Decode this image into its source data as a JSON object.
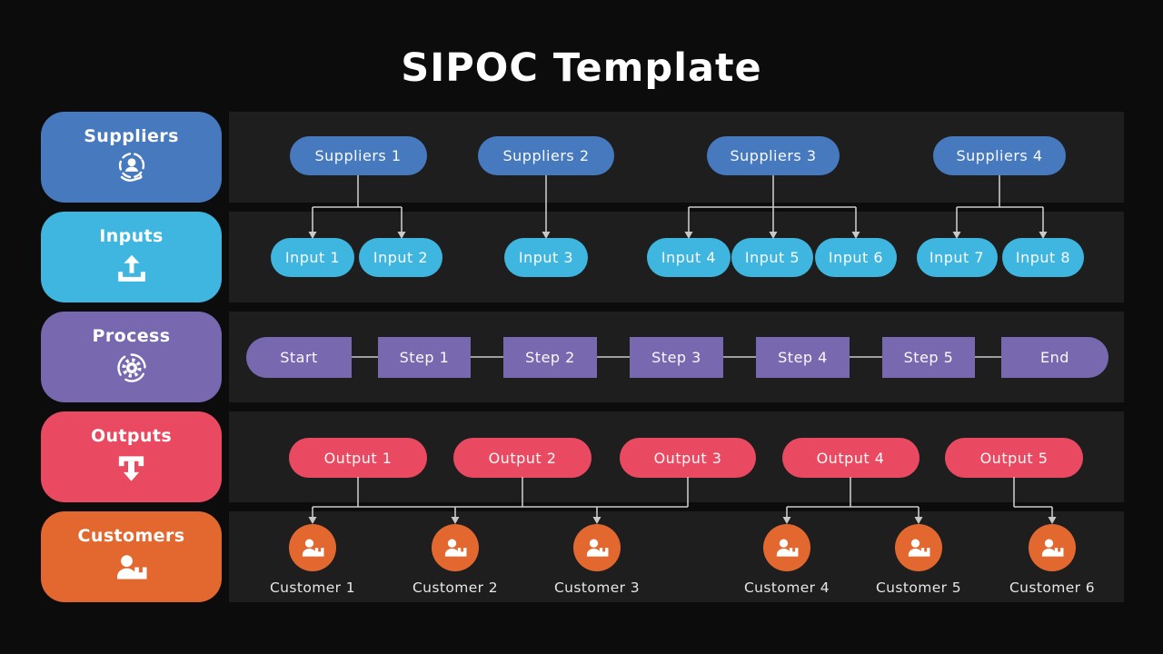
{
  "title": "SIPOC Template",
  "colors": {
    "background": "#0c0c0c",
    "strip": "#1e1e1e",
    "connector": "#c9c9c9",
    "suppliers": "#4679be",
    "inputs": "#3fb6e0",
    "process": "#7768af",
    "outputs": "#ea4a61",
    "customers": "#e3682f"
  },
  "rows": [
    {
      "label": "Suppliers",
      "icon": "suppliers-icon",
      "color": "#4679be",
      "nodes": [
        "Suppliers 1",
        "Suppliers 2",
        "Suppliers 3",
        "Suppliers 4"
      ]
    },
    {
      "label": "Inputs",
      "icon": "upload-icon",
      "color": "#3fb6e0",
      "nodes": [
        "Input 1",
        "Input 2",
        "Input 3",
        "Input 4",
        "Input 5",
        "Input 6",
        "Input 7",
        "Input 8"
      ]
    },
    {
      "label": "Process",
      "icon": "process-gear-icon",
      "color": "#7768af",
      "nodes": [
        "Start",
        "Step 1",
        "Step 2",
        "Step 3",
        "Step 4",
        "Step 5",
        "End"
      ]
    },
    {
      "label": "Outputs",
      "icon": "output-download-icon",
      "color": "#ea4a61",
      "nodes": [
        "Output 1",
        "Output 2",
        "Output 3",
        "Output 4",
        "Output 5"
      ]
    },
    {
      "label": "Customers",
      "icon": "customer-box-icon",
      "color": "#e3682f",
      "nodes": [
        "Customer 1",
        "Customer 2",
        "Customer 3",
        "Customer 4",
        "Customer 5",
        "Customer 6"
      ]
    }
  ]
}
